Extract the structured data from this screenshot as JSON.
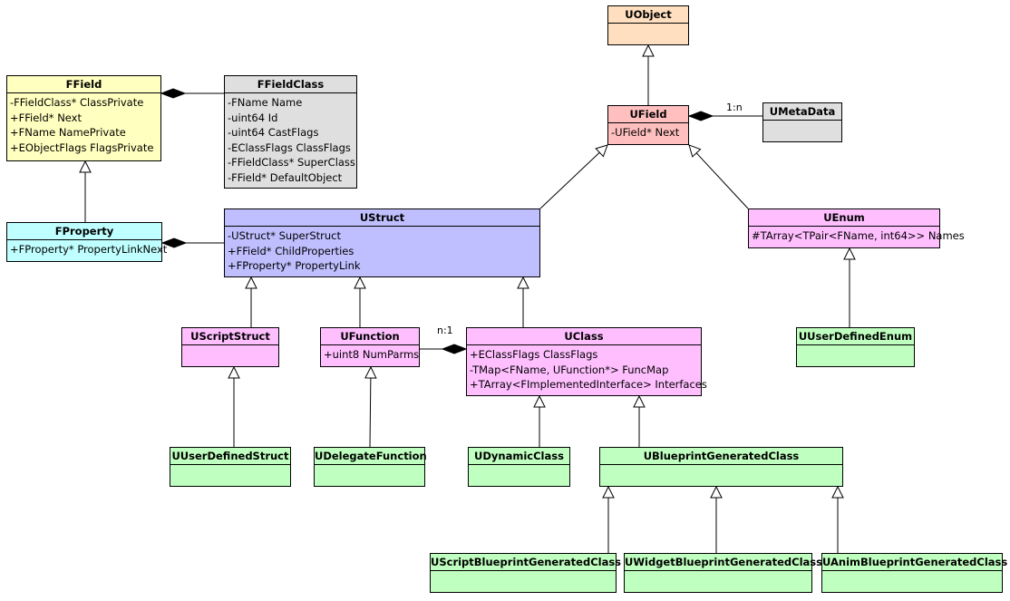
{
  "colors": {
    "orange": "#ffdfbf",
    "yellow": "#ffffbf",
    "gray": "#dfdfdf",
    "red": "#ffbfbf",
    "cyan": "#bfffff",
    "blue": "#bfbfff",
    "pink": "#ffbfff",
    "green": "#bfffbf"
  },
  "classes": {
    "uobject": {
      "name": "UObject",
      "attributes": []
    },
    "ffield": {
      "name": "FField",
      "attributes": [
        "-FFieldClass* ClassPrivate",
        "+FField* Next",
        "+FName NamePrivate",
        "+EObjectFlags FlagsPrivate"
      ]
    },
    "ffieldclass": {
      "name": "FFieldClass",
      "attributes": [
        "-FName Name",
        "-uint64 Id",
        "-uint64 CastFlags",
        "-EClassFlags ClassFlags",
        "-FFieldClass* SuperClass",
        "-FField* DefaultObject"
      ]
    },
    "ufield": {
      "name": "UField",
      "attributes": [
        "-UField* Next"
      ]
    },
    "umetadata": {
      "name": "UMetaData",
      "attributes": []
    },
    "fproperty": {
      "name": "FProperty",
      "attributes": [
        "+FProperty* PropertyLinkNext"
      ]
    },
    "ustruct": {
      "name": "UStruct",
      "attributes": [
        "-UStruct* SuperStruct",
        "+FField* ChildProperties",
        "+FProperty* PropertyLink"
      ]
    },
    "uenum": {
      "name": "UEnum",
      "attributes": [
        "#TArray<TPair<FName, int64>> Names"
      ]
    },
    "uscriptstruct": {
      "name": "UScriptStruct",
      "attributes": []
    },
    "ufunction": {
      "name": "UFunction",
      "attributes": [
        "+uint8 NumParms"
      ]
    },
    "uclass": {
      "name": "UClass",
      "attributes": [
        "+EClassFlags ClassFlags",
        "-TMap<FName, UFunction*> FuncMap",
        "+TArray<FImplementedInterface> Interfaces"
      ]
    },
    "uuserdefinedenum": {
      "name": "UUserDefinedEnum",
      "attributes": []
    },
    "uuserdefinedstruct": {
      "name": "UUserDefinedStruct",
      "attributes": []
    },
    "udelegatefunction": {
      "name": "UDelegateFunction",
      "attributes": []
    },
    "udynamicclass": {
      "name": "UDynamicClass",
      "attributes": []
    },
    "ublueprintgeneratedclass": {
      "name": "UBlueprintGeneratedClass",
      "attributes": []
    },
    "uscriptblueprintgeneratedclass": {
      "name": "UScriptBlueprintGeneratedClass",
      "attributes": []
    },
    "uwidgetblueprintgeneratedclass": {
      "name": "UWidgetBlueprintGeneratedClass",
      "attributes": []
    },
    "uanimblueprintgeneratedclass": {
      "name": "UAnimBlueprintGeneratedClass",
      "attributes": []
    }
  },
  "multiplicities": {
    "ufield_umetadata": "1:n",
    "ufunction_uclass": "n:1"
  }
}
